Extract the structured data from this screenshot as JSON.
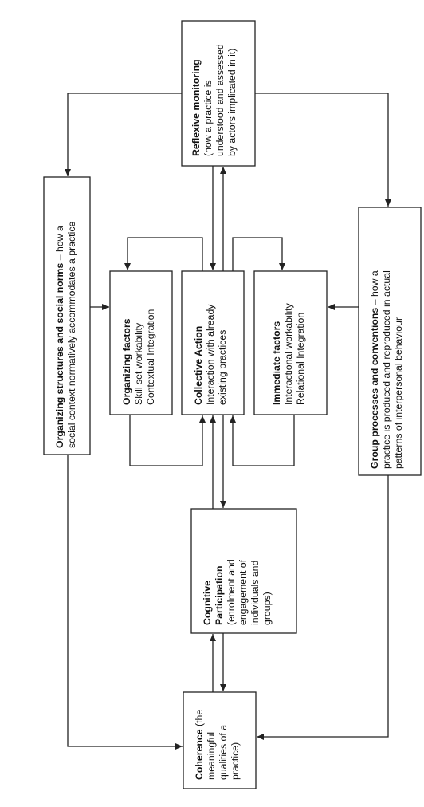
{
  "diagram": {
    "reflexive_monitoring": {
      "title": "Reflexive monitoring",
      "lines": [
        "(how a practice is",
        "understood and assessed",
        "by actors implicated in it)"
      ]
    },
    "organizing_structures": {
      "line1_bold": "Organizing structures and social norms",
      "line1_rest": " – how a",
      "line2": "social context normatively accommodates a practice"
    },
    "group_processes": {
      "line1_bold": "Group processes and conventions",
      "line1_rest": " – how a",
      "lines": [
        "practice is produced and reproduced in actual",
        "patterns of interpersonal behaviour"
      ]
    },
    "organizing_factors": {
      "title": "Organizing factors",
      "lines": [
        "Skill set workability",
        "Contextual Integration"
      ]
    },
    "collective_action": {
      "title": "Collective Action",
      "lines": [
        "Interaction with already",
        "existing  practices"
      ]
    },
    "immediate_factors": {
      "title": "Immediate factors",
      "lines": [
        "Interactional workability",
        "Relational Integration"
      ]
    },
    "cognitive_participation": {
      "title_lines": [
        "Cognitive",
        "Participation"
      ],
      "lines": [
        "(enrolment and",
        "engagement of",
        "individuals and",
        "groups)"
      ]
    },
    "coherence": {
      "title": "Coherence",
      "title_rest": " (the",
      "lines": [
        "meaningful",
        "qualities of a",
        "practice)"
      ]
    }
  }
}
